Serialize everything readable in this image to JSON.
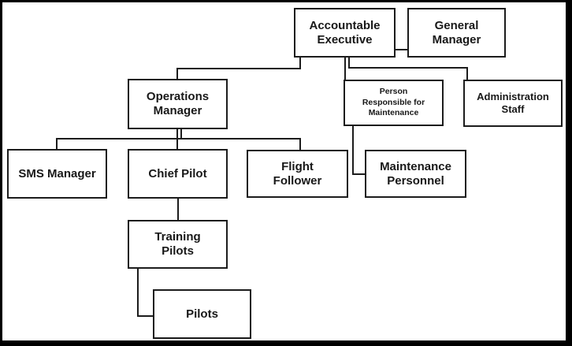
{
  "diagram": {
    "type": "org-chart",
    "colors": {
      "background": "#ffffff",
      "frame_border": "#000000",
      "box_border": "#1c1c1c",
      "line": "#1c1c1c",
      "text": "#181818"
    },
    "nodes": {
      "accountable_executive": {
        "label": "Accountable\nExecutive"
      },
      "general_manager": {
        "label": "General\nManager"
      },
      "operations_manager": {
        "label": "Operations\nManager"
      },
      "person_responsible_for_maintenance": {
        "label": "Person\nResponsible for\nMaintenance"
      },
      "administration_staff": {
        "label": "Administration\nStaff"
      },
      "sms_manager": {
        "label": "SMS Manager"
      },
      "chief_pilot": {
        "label": "Chief Pilot"
      },
      "flight_follower": {
        "label": "Flight\nFollower"
      },
      "maintenance_personnel": {
        "label": "Maintenance\nPersonnel"
      },
      "training_pilots": {
        "label": "Training\nPilots"
      },
      "pilots": {
        "label": "Pilots"
      }
    },
    "edges": [
      {
        "from": "Accountable Executive",
        "to": "General Manager"
      },
      {
        "from": "Accountable Executive",
        "to": "Operations Manager"
      },
      {
        "from": "Accountable Executive",
        "to": "Person Responsible for Maintenance"
      },
      {
        "from": "Accountable Executive",
        "to": "Administration Staff"
      },
      {
        "from": "Operations Manager",
        "to": "SMS Manager"
      },
      {
        "from": "Operations Manager",
        "to": "Chief Pilot"
      },
      {
        "from": "Operations Manager",
        "to": "Flight Follower"
      },
      {
        "from": "Person Responsible for Maintenance",
        "to": "Maintenance Personnel"
      },
      {
        "from": "Chief Pilot",
        "to": "Training Pilots"
      },
      {
        "from": "Training Pilots",
        "to": "Pilots"
      }
    ]
  }
}
